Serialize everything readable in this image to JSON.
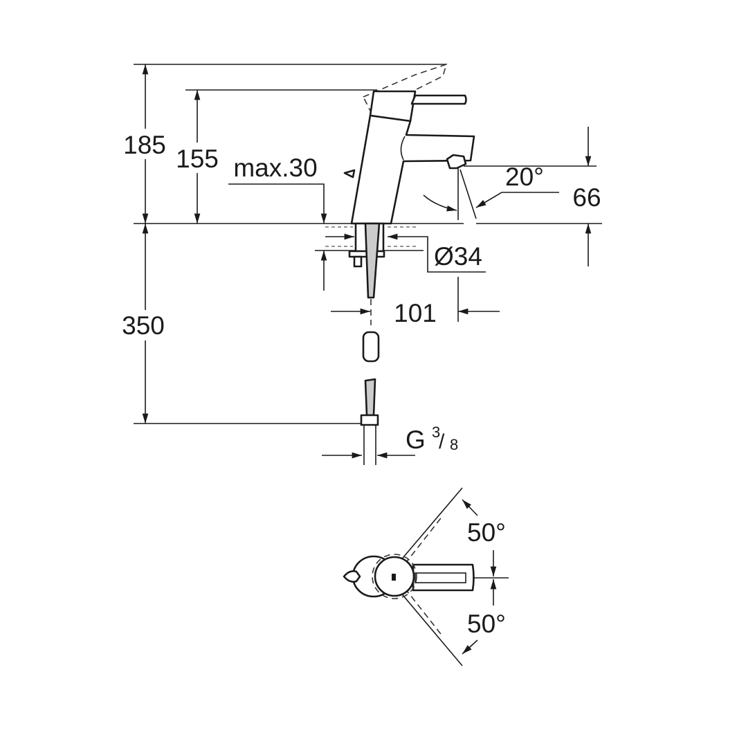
{
  "drawing": {
    "side_view": {
      "dim_total_height": "185",
      "dim_body_height": "155",
      "dim_deck_thickness": "max.30",
      "dim_spout_angle": "20°",
      "dim_spout_height": "66",
      "dim_hole_diameter": "Ø34",
      "dim_spout_reach": "101",
      "dim_hose_length": "350",
      "connection_thread": {
        "prefix": "G",
        "numerator": "3",
        "denominator": "8"
      }
    },
    "top_view": {
      "lever_angle_left": "50°",
      "lever_angle_right": "50°"
    }
  }
}
